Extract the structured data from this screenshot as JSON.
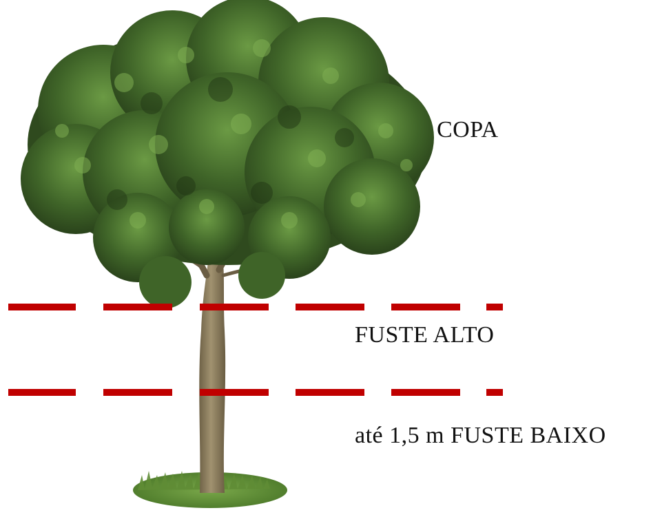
{
  "labels": {
    "crown": "COPA",
    "upper_trunk": "FUSTE ALTO",
    "lower_trunk": "até 1,5 m FUSTE BAIXO"
  },
  "colors": {
    "divider_line": "#c00000",
    "foliage_dark": "#2f4a1e",
    "foliage_mid": "#3f6428",
    "foliage_light": "#5b8a3a",
    "trunk": "#8a7a5c",
    "grass": "#6e9a3e",
    "text": "#111111"
  },
  "icons": {
    "tree": "tree-illustration",
    "grass": "grass-base"
  }
}
